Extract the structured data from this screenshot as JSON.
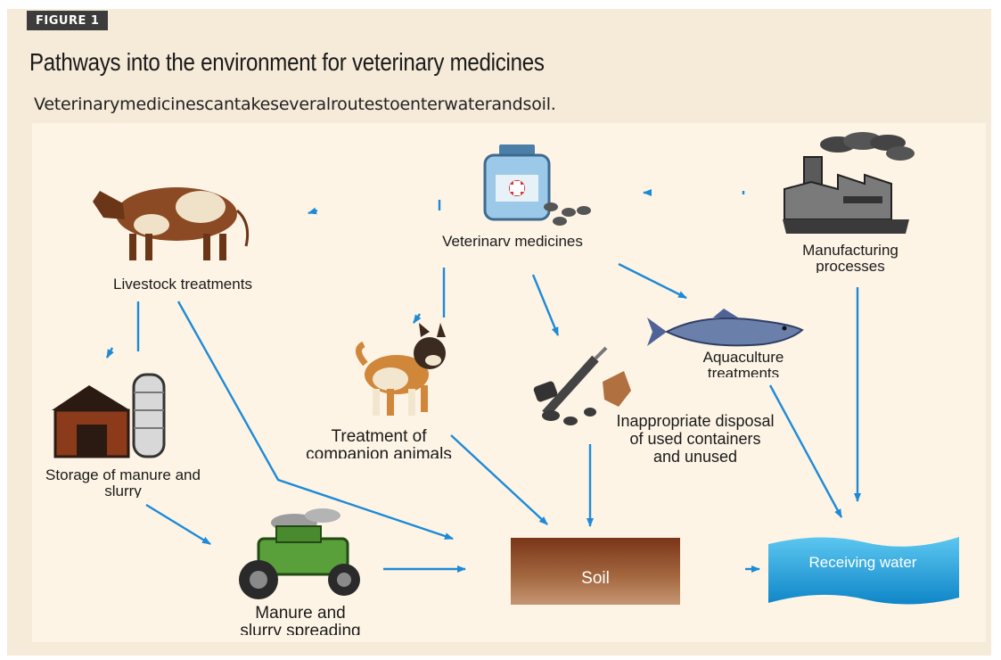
{
  "figure_badge": "FIGURE 1",
  "title": "Pathways into the environment for veterinary medicines",
  "subtitle": "Veterinarymedicinescantakeseveralroutestoenterwaterandsoil.",
  "nodes": {
    "vet_medicines": "Veterinarv medicines",
    "manufacturing": "Manufacturing processes",
    "livestock": "Livestock treatments",
    "companion": "Treatment of companion animals",
    "aquaculture": "Aquaculture treatments",
    "disposal": "Inappropriate disposal of used containers and unused",
    "storage": "Storage of manure and slurry",
    "spreading": "Manure and slurry spreading",
    "soil": "Soil",
    "water": "Receiving water"
  },
  "colors": {
    "arrow": "#1e8ad6",
    "badge": "#3c3c3c",
    "panel": "#fdf4e6",
    "frame": "#f6ead9"
  }
}
